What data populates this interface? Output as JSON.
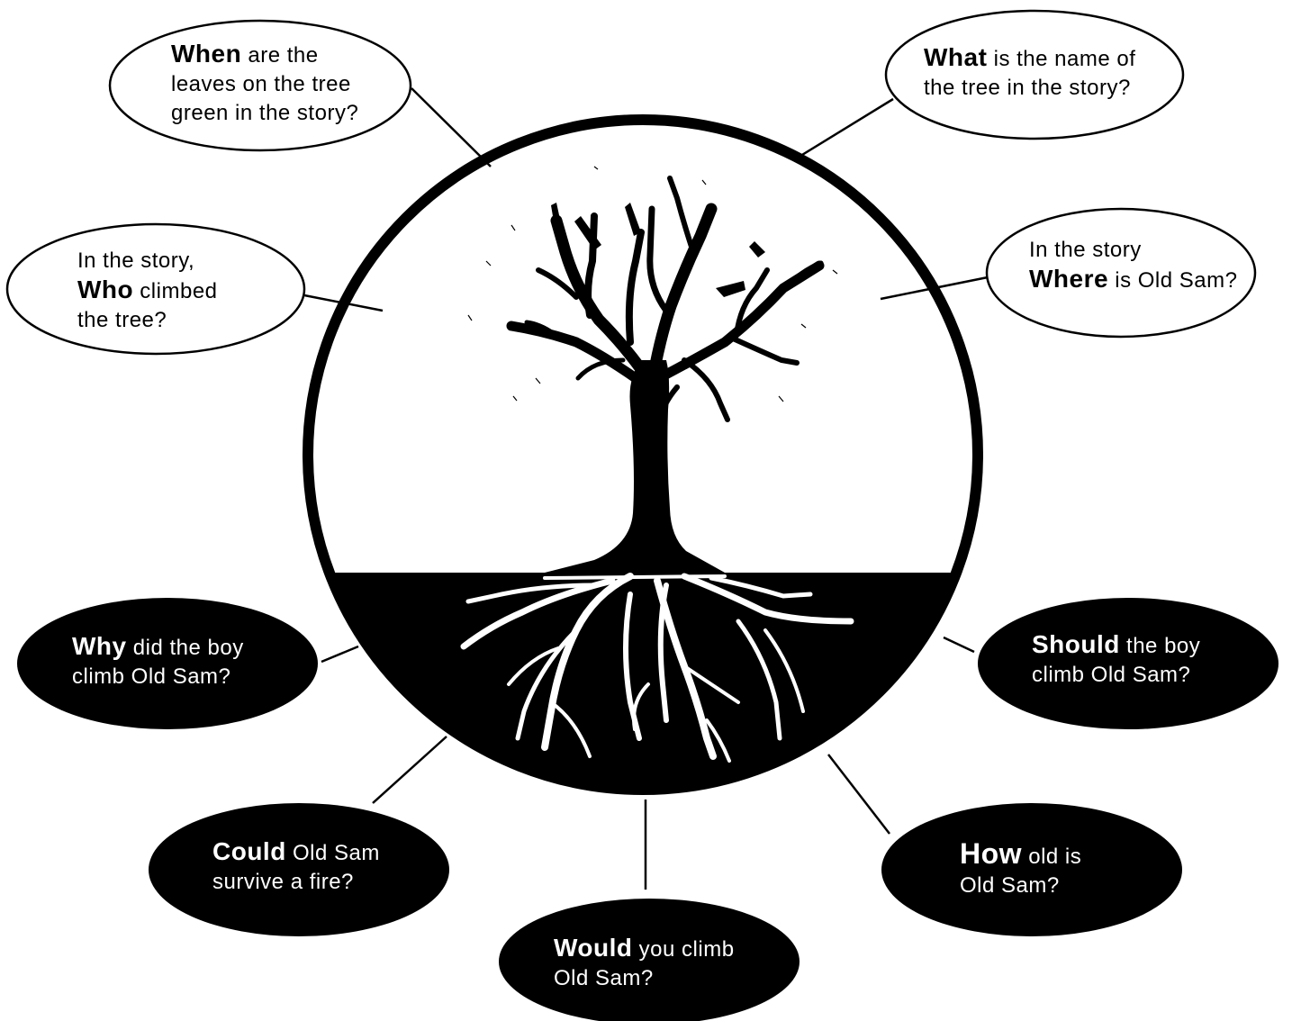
{
  "colors": {
    "ink": "#000000",
    "paper": "#ffffff"
  },
  "questions": {
    "when": {
      "keyword": "When",
      "first": " are the",
      "rest": [
        "leaves on the tree",
        "green in the story?"
      ]
    },
    "what": {
      "keyword": "What",
      "first": " is the name of",
      "rest": [
        "the tree in the story?"
      ]
    },
    "who": {
      "pre": "In the story,",
      "keyword": "Who",
      "first": " climbed",
      "rest": [
        "the tree?"
      ]
    },
    "where": {
      "pre": "In the story",
      "keyword": "Where",
      "first": " is Old Sam?"
    },
    "why": {
      "keyword": "Why",
      "first": " did the boy",
      "rest": [
        "climb Old Sam?"
      ]
    },
    "should": {
      "keyword": "Should",
      "first": " the boy",
      "rest": [
        "climb Old Sam?"
      ]
    },
    "could": {
      "keyword": "Could",
      "first": " Old Sam",
      "rest": [
        "survive a fire?"
      ]
    },
    "how": {
      "keyword": "How",
      "first": " old is",
      "rest": [
        "Old Sam?"
      ]
    },
    "would": {
      "keyword": "Would",
      "first": " you climb",
      "rest": [
        "Old Sam?"
      ]
    }
  }
}
